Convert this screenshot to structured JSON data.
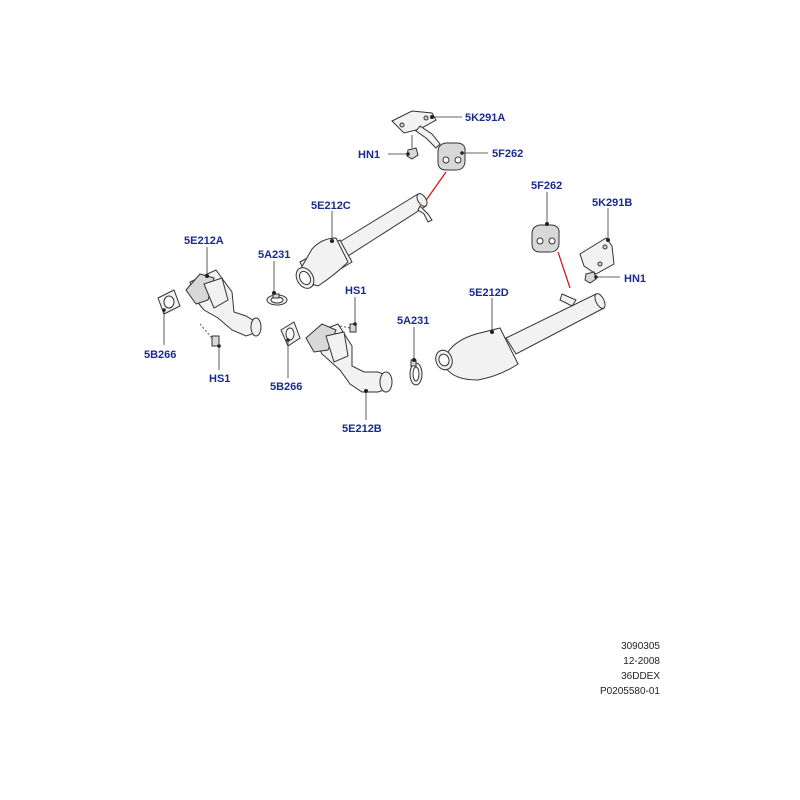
{
  "parts": {
    "5K291A": "5K291A",
    "HN1_top": "HN1",
    "5F262_top": "5F262",
    "5E212C": "5E212C",
    "5E212A": "5E212A",
    "5A231_left": "5A231",
    "HS1_mid": "HS1",
    "5B266_left": "5B266",
    "HS1_left": "HS1",
    "5B266_mid": "5B266",
    "5A231_right": "5A231",
    "5E212B": "5E212B",
    "5F262_right": "5F262",
    "5K291B": "5K291B",
    "HN1_right": "HN1",
    "5E212D": "5E212D"
  },
  "meta": {
    "code1": "3090305",
    "date": "12-2008",
    "code2": "36DDEX",
    "ref": "P0205580-01"
  }
}
